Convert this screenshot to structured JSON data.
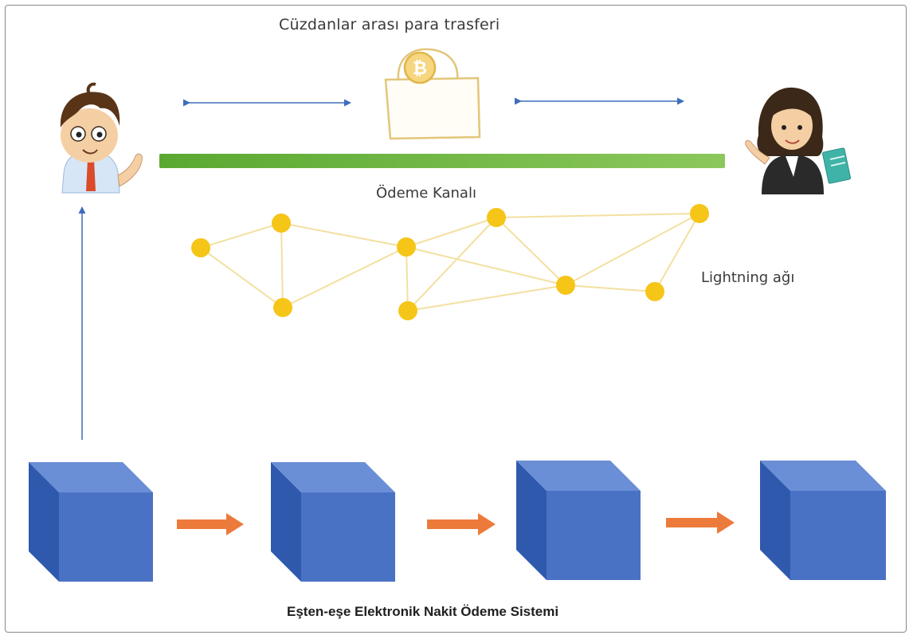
{
  "labels": {
    "wallet_transfer": "Cüzdanlar arası para trasferi",
    "payment_channel": "Ödeme Kanalı",
    "lightning_network": "Lightning ağı",
    "p2p_system": "Eşten-eşe Elektronik Nakit Ödeme Sistemi"
  },
  "colors": {
    "channel_bar": "#6db33f",
    "node": "#f5c518",
    "node_link": "#f3e0a0",
    "block_front": "#4a72c4",
    "block_side": "#2f59ad",
    "block_top": "#6b8fd6",
    "block_arrow": "#ec7a3b",
    "thin_arrow": "#3f6dbb"
  },
  "icons": [
    "man-avatar-icon",
    "woman-avatar-icon",
    "bitcoin-lock-icon"
  ]
}
